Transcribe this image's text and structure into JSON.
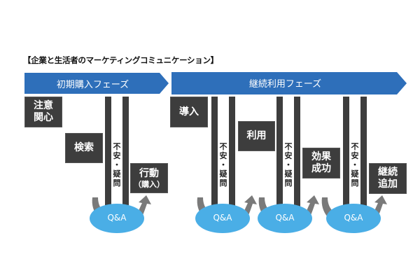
{
  "title": "【企業と生活者のマーケティングコミュニケーション】",
  "colors": {
    "phase_arrow": "#2e6fba",
    "step_box": "#3d3d3d",
    "bar": "#3d3d3d",
    "qa_oval": "#4aaee6",
    "curve_arrow": "#7a7a7a"
  },
  "phases": [
    {
      "label": "初期購入フェーズ"
    },
    {
      "label": "継続利用フェーズ"
    }
  ],
  "steps": [
    {
      "line1": "注意",
      "line2": "関心"
    },
    {
      "line1": "検索"
    },
    {
      "line1": "行動",
      "sub": "（購入）"
    },
    {
      "line1": "導入"
    },
    {
      "line1": "利用"
    },
    {
      "line1": "効果",
      "line2": "成功"
    },
    {
      "line1": "継続",
      "line2": "追加"
    }
  ],
  "concerns": [
    {
      "chars": [
        "不",
        "安",
        "・",
        "疑",
        "問"
      ]
    },
    {
      "chars": [
        "不",
        "安",
        "・",
        "疑",
        "問"
      ]
    },
    {
      "chars": [
        "不",
        "安",
        "・",
        "疑",
        "問"
      ]
    },
    {
      "chars": [
        "不",
        "安",
        "・",
        "疑",
        "問"
      ]
    }
  ],
  "qa": [
    {
      "label": "Q&A"
    },
    {
      "label": "Q&A"
    },
    {
      "label": "Q&A"
    },
    {
      "label": "Q&A"
    }
  ]
}
